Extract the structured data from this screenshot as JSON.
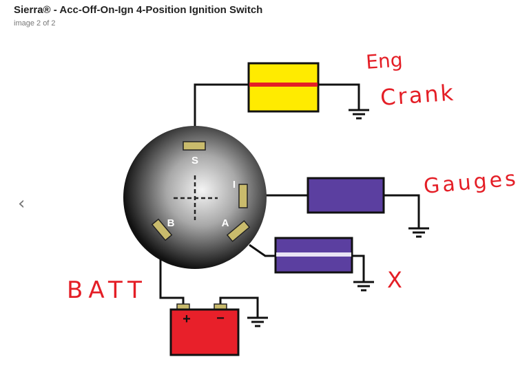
{
  "header": {
    "title": "Sierra® - Acc-Off-On-Ign 4-Position Ignition Switch",
    "subtitle": "image 2 of 2"
  },
  "nav": {
    "prev_icon": "chevron-left-icon",
    "prev_glyph": "‹"
  },
  "diagram": {
    "terminals": {
      "s": "S",
      "i": "I",
      "b": "B",
      "a": "A"
    },
    "annotations": {
      "eng": "Eng",
      "crank": "Crank",
      "gauges": "Gauges",
      "x": "X",
      "batt": "BATT"
    },
    "battery": {
      "plus": "+",
      "minus": "−"
    },
    "colors": {
      "wire": "#111111",
      "terminal": "#c9bb6c",
      "starter_fill": "#ffeb00",
      "starter_stripe": "#e41e26",
      "gauge_fill": "#5b3fa0",
      "battery_fill": "#e8202a",
      "annotation": "#e41e26"
    }
  }
}
